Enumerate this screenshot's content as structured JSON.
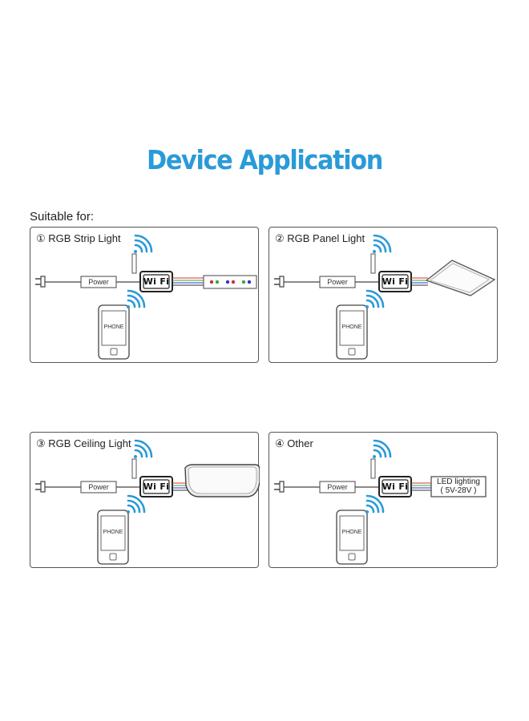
{
  "title": "Device Application",
  "subtitle": "Suitable for:",
  "panels": [
    {
      "label": "① RGB Strip Light"
    },
    {
      "label": "② RGB Panel Light"
    },
    {
      "label": "③ RGB Ceiling Light"
    },
    {
      "label": "④ Other"
    }
  ],
  "power_label": "Power",
  "wifi_label": "Wi Fi",
  "phone_label": "PHONE",
  "led_lighting": {
    "line1": "LED lighting",
    "line2": "( 5V-28V )"
  },
  "colors": {
    "title": "#2a9ad8",
    "wifi_signal": "#2a9ad8",
    "border": "#555555"
  },
  "icons": [
    "plug-icon",
    "wifi-signal-icon",
    "antenna-icon",
    "phone-icon"
  ]
}
